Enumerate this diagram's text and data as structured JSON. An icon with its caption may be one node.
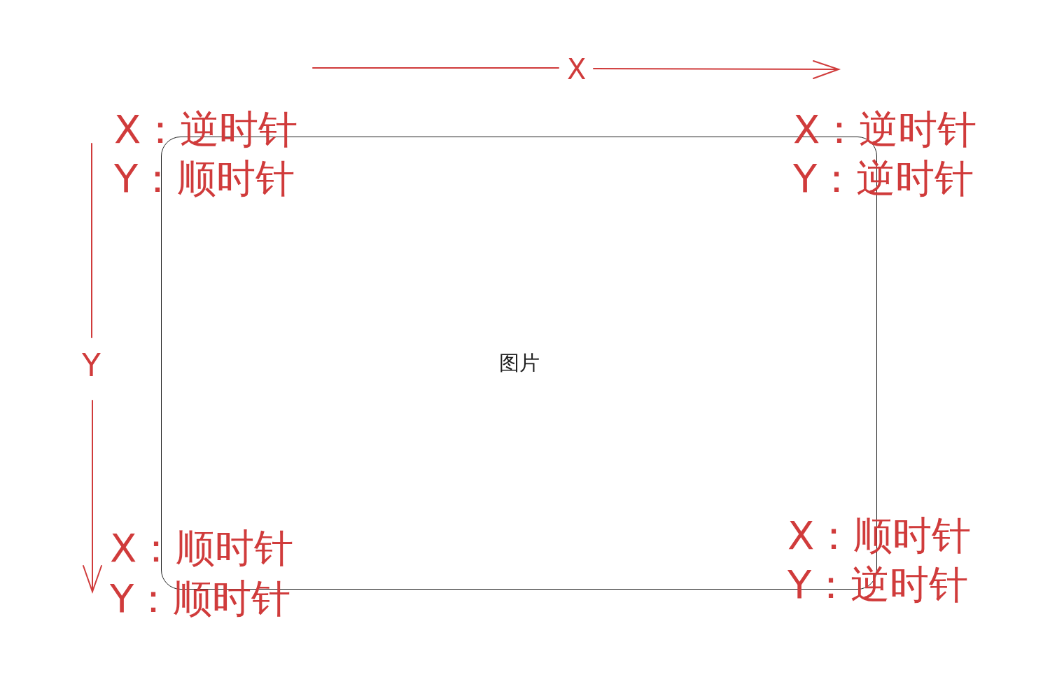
{
  "diagram": {
    "nodes": [
      {
        "text": [
          "图片"
        ]
      }
    ],
    "edges": [],
    "labels": [
      "X",
      "X：逆时针",
      "Y：顺时针",
      "X：逆时针",
      "Y：逆时针",
      "Y",
      "X：顺时针",
      "Y：顺时针",
      "X：顺时针",
      "Y：逆时针"
    ]
  }
}
